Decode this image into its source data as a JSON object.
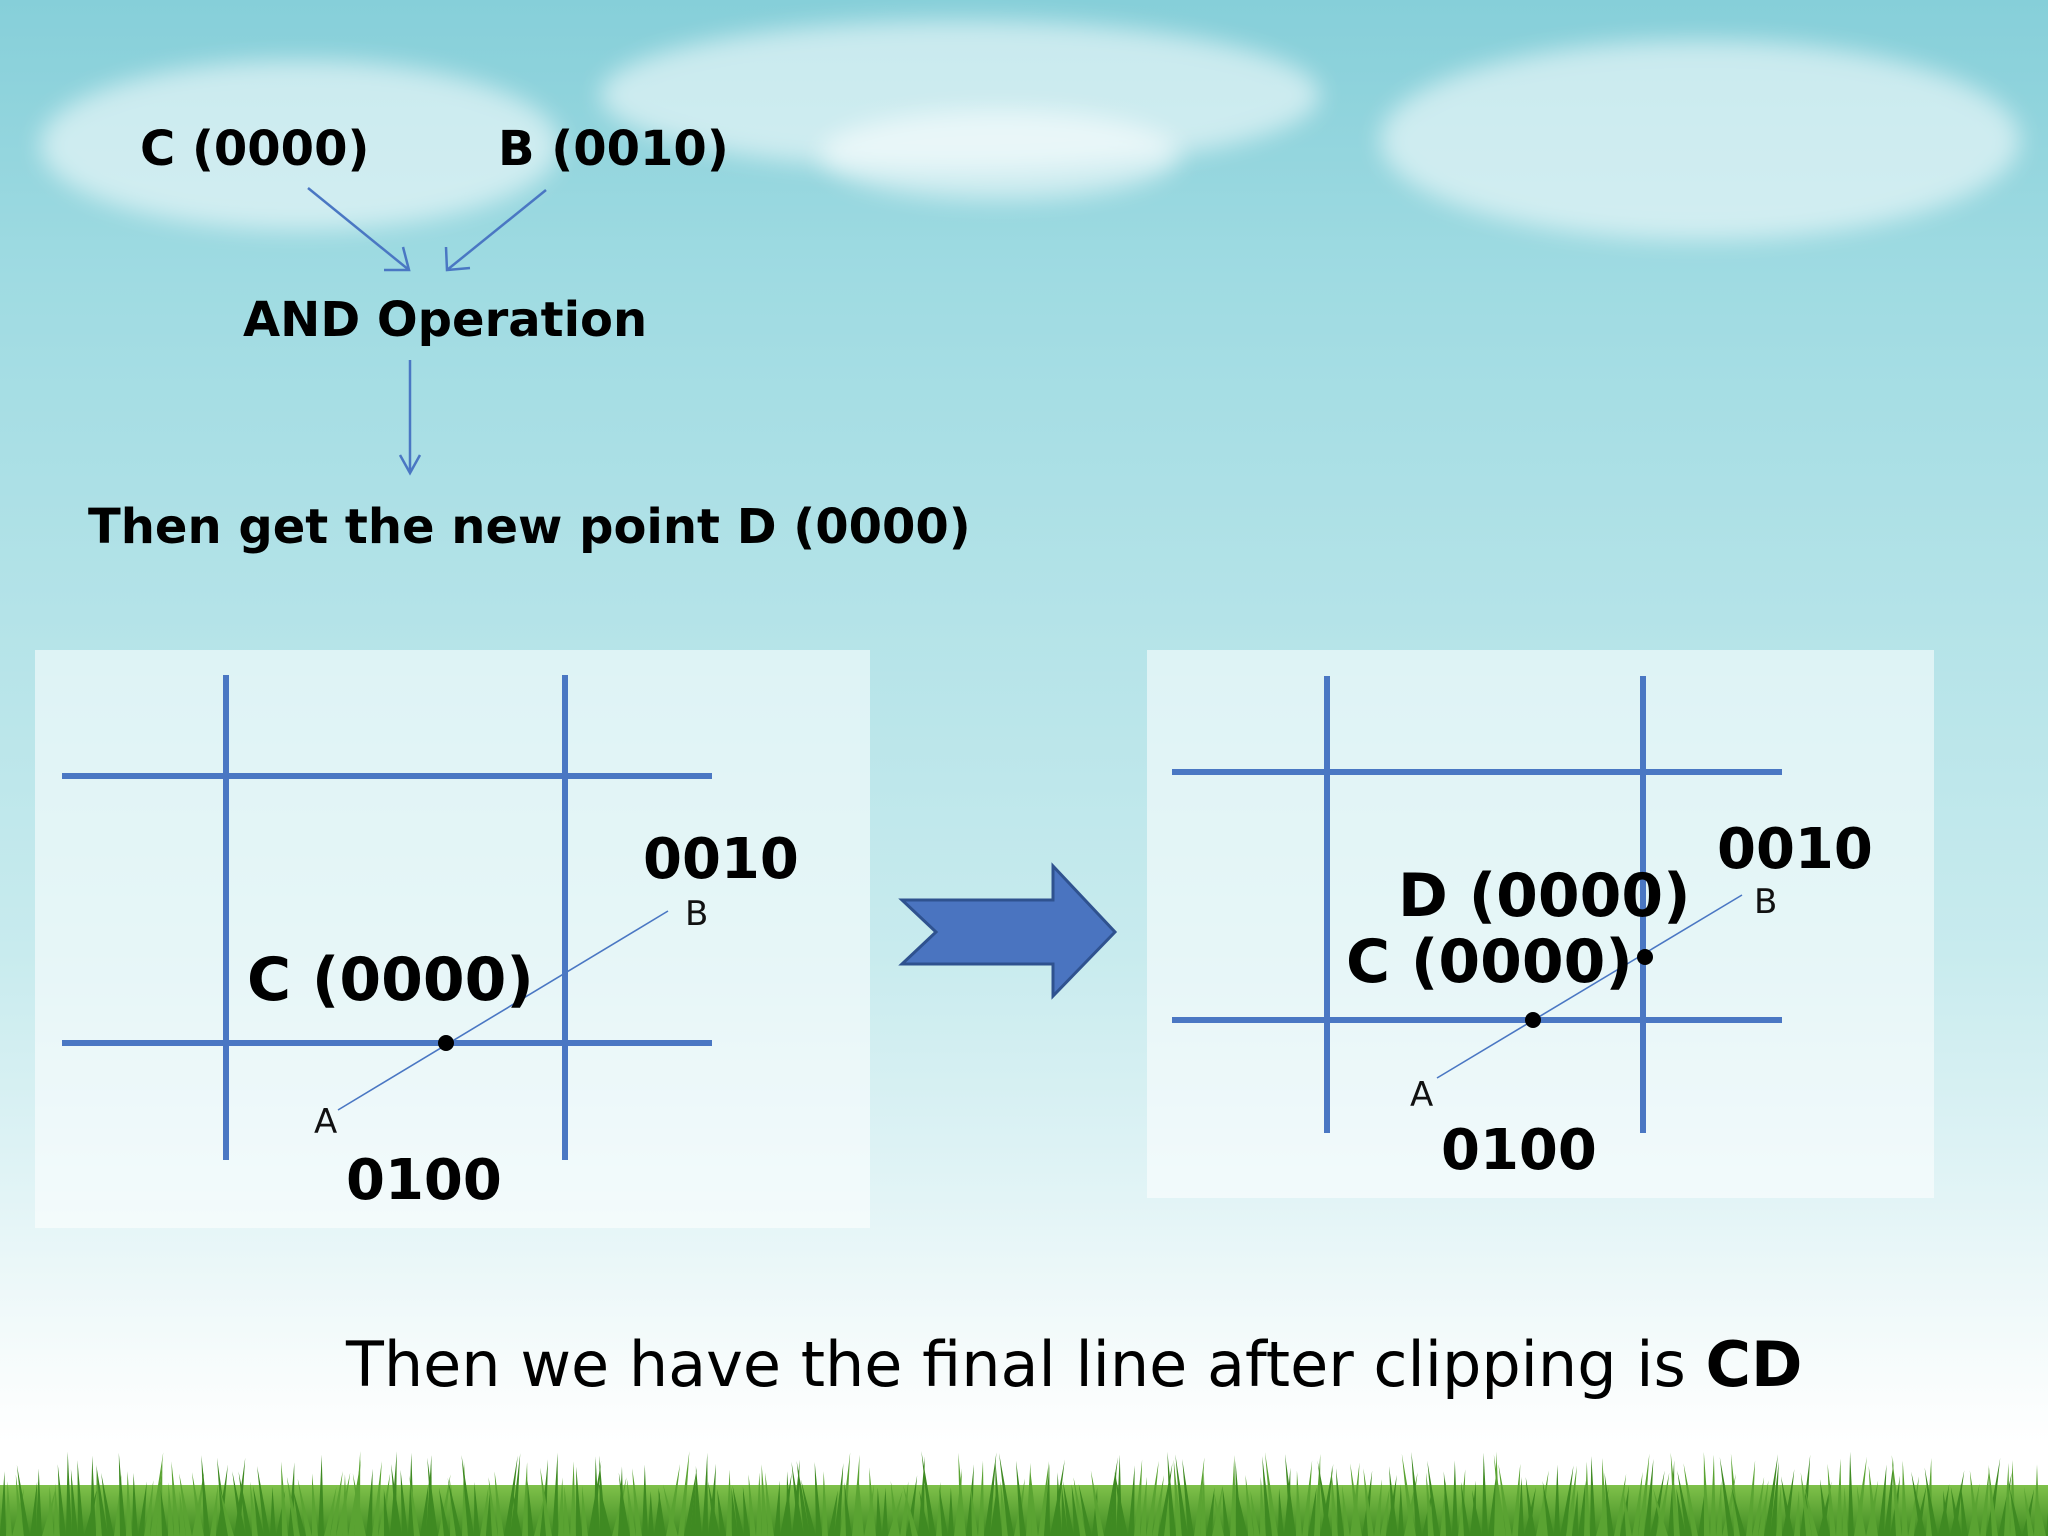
{
  "top_flow": {
    "input_c": "C (0000)",
    "input_b": "B (0010)",
    "operation": "AND Operation",
    "result": "Then get the new point D (0000)"
  },
  "left_panel": {
    "code_top_right": "0010",
    "point_b": "B",
    "point_c_label": "C (0000)",
    "point_a": "A",
    "code_bottom": "0100"
  },
  "right_panel": {
    "code_top_right": "0010",
    "point_b": "B",
    "point_d_label": "D (0000)",
    "point_c_label": "C (0000)",
    "point_a": "A",
    "code_bottom": "0100"
  },
  "conclusion": {
    "prefix": "Then we have the final line after clipping is ",
    "emphasis": "CD"
  },
  "colors": {
    "grid_line": "#4a77c3",
    "arrow_fill": "#4a74c0",
    "arrow_stroke": "#2f528f",
    "flow_arrow": "#4a77c3",
    "grass": "#5aa332"
  }
}
